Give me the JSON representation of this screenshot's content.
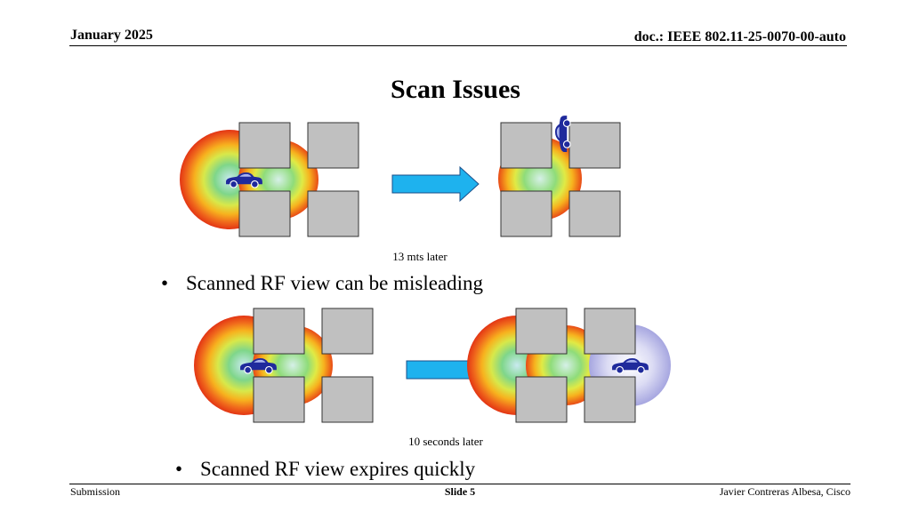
{
  "header": {
    "date": "January 2025",
    "doc_id": "doc.: IEEE 802.11-25-0070-00-auto"
  },
  "slide": {
    "title": "Scan Issues",
    "diagram_top": {
      "caption": "13 mts later"
    },
    "bullet_1": "Scanned RF view can be misleading",
    "diagram_bottom": {
      "caption": "10 seconds later"
    },
    "bullet_2": "Scanned RF view expires quickly"
  },
  "footer": {
    "left": "Submission",
    "center": "Slide 5",
    "right": "Javier Contreras Albesa, Cisco"
  },
  "colors": {
    "building_fill": "#c0c0c0",
    "arrow_fill": "#1eb2ee",
    "car_fill": "#1f2a9c",
    "coverage_outer": "#e63a16",
    "coverage_inner": "#c9eaf0"
  }
}
